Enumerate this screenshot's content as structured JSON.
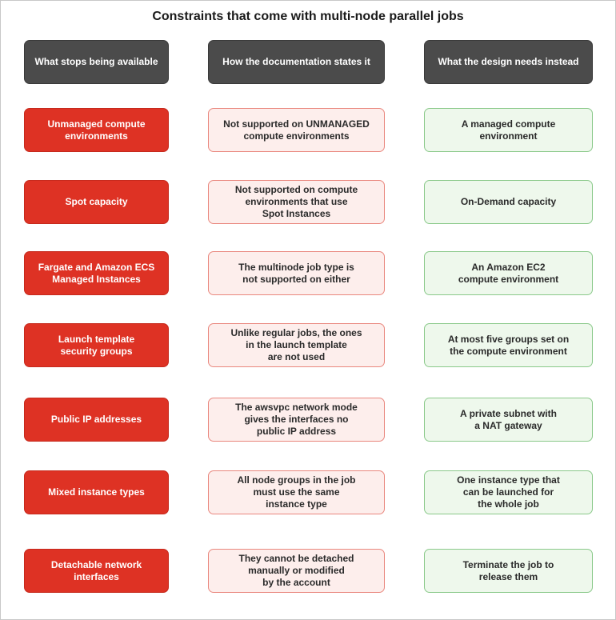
{
  "title": "Constraints that come with multi-node parallel jobs",
  "headers": [
    "What stops being available",
    "How the documentation states it",
    "What the design needs instead"
  ],
  "rows": [
    {
      "unavailable": "Unmanaged compute\nenvironments",
      "statement": "Not supported on UNMANAGED\ncompute environments",
      "instead": "A managed compute\nenvironment"
    },
    {
      "unavailable": "Spot capacity",
      "statement": "Not supported on compute\nenvironments that use\nSpot Instances",
      "instead": "On-Demand capacity"
    },
    {
      "unavailable": "Fargate and Amazon ECS\nManaged Instances",
      "statement": "The multinode job type is\nnot supported on either",
      "instead": "An Amazon EC2\ncompute environment"
    },
    {
      "unavailable": "Launch template\nsecurity groups",
      "statement": "Unlike regular jobs, the ones\nin the launch template\nare not used",
      "instead": "At most five groups set on\nthe compute environment"
    },
    {
      "unavailable": "Public IP addresses",
      "statement": "The awsvpc network mode\ngives the interfaces no\npublic IP address",
      "instead": "A private subnet with\na NAT gateway"
    },
    {
      "unavailable": "Mixed instance types",
      "statement": "All node groups in the job\nmust use the same\ninstance type",
      "instead": "One instance type that\ncan be launched for\nthe whole job"
    },
    {
      "unavailable": "Detachable network\ninterfaces",
      "statement": "They cannot be detached\nmanually or modified\nby the account",
      "instead": "Terminate the job to\nrelease them"
    }
  ],
  "colors": {
    "header_fill": "#4b4b4b",
    "unavailable_fill": "#de3224",
    "statement_fill": "#fdeeec",
    "statement_border": "#e9877e",
    "instead_fill": "#eef8ec",
    "instead_border": "#8ac98a"
  }
}
